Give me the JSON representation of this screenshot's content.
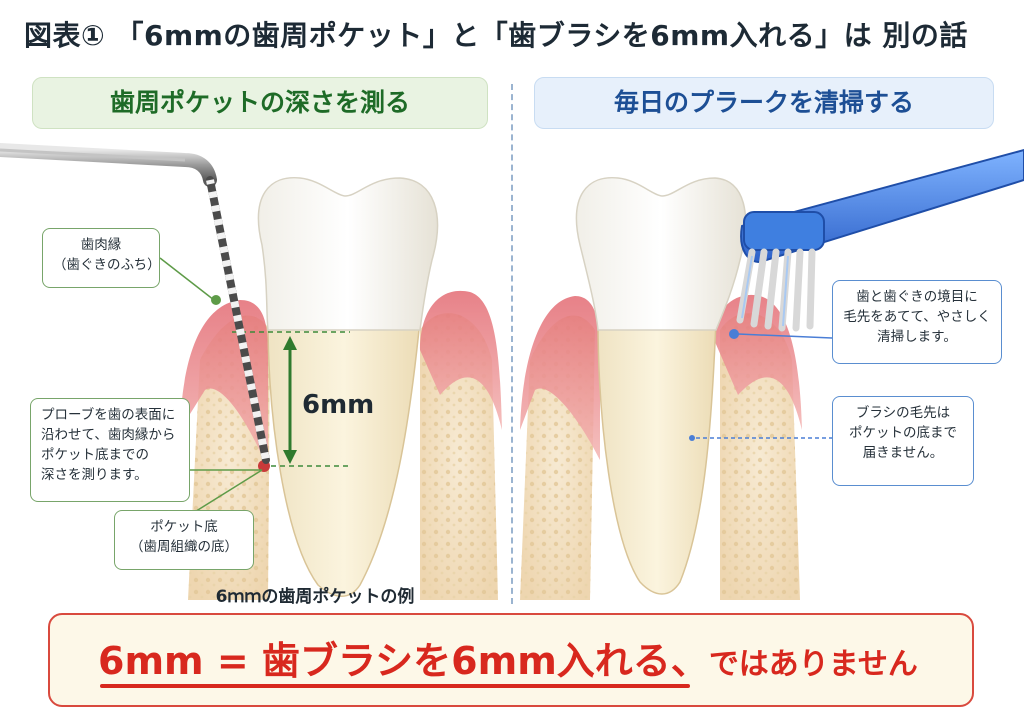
{
  "title": "図表① 「6mmの歯周ポケット」と「歯ブラシを6mm入れる」は 別の話",
  "left_panel": {
    "header": "歯周ポケットの深さを測る",
    "callout_gum_margin": [
      "歯肉縁",
      "（歯ぐきのふち）"
    ],
    "callout_probe": [
      "プローブを歯の表面に",
      "沿わせて、歯肉縁から",
      "ポケット底までの",
      "深さを測ります。"
    ],
    "callout_pocket_bottom": [
      "ポケット底",
      "（歯周組織の底）"
    ],
    "measurement": "6mm",
    "caption": "6ｍｍの歯周ポケットの例"
  },
  "right_panel": {
    "header": "毎日のプラークを清掃する",
    "callout_brush": [
      "歯と歯ぐきの境目に",
      "毛先をあてて、やさしく",
      "清掃します。"
    ],
    "callout_bristle": [
      "ブラシの毛先は",
      "ポケットの底まで",
      "届きません。"
    ]
  },
  "conclusion": {
    "main": "6mm = 歯ブラシを6mm入れる、",
    "tail": "ではありません"
  },
  "colors": {
    "accent_red": "#d8281e",
    "green": "#1e6b27",
    "blue": "#1d4f95",
    "gum": "#e8868a",
    "bone": "#f2dfc0"
  }
}
